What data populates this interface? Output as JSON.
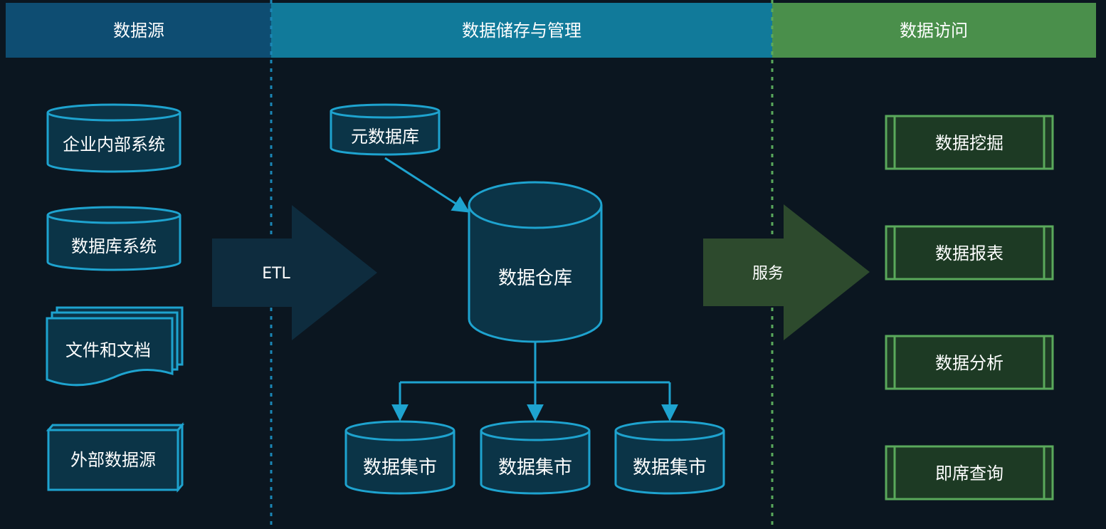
{
  "headers": {
    "source": "数据源",
    "storage": "数据储存与管理",
    "access": "数据访问"
  },
  "sources": {
    "enterprise": "企业内部系统",
    "database": "数据库系统",
    "files": "文件和文档",
    "external": "外部数据源"
  },
  "storage": {
    "metadata": "元数据库",
    "warehouse": "数据仓库",
    "marts": [
      "数据集市",
      "数据集市",
      "数据集市"
    ]
  },
  "arrows": {
    "etl": "ETL",
    "service": "服务"
  },
  "access": {
    "mining": "数据挖掘",
    "reports": "数据报表",
    "analysis": "数据分析",
    "query": "即席查询"
  },
  "colors": {
    "background": "#0b1620",
    "source_header": "#0e4d72",
    "storage_header": "#117a9a",
    "access_header": "#4a8f4b",
    "blue_stroke": "#1ea3cf",
    "blue_fill": "#0b3447",
    "green_stroke": "#5aa95b",
    "green_fill": "#1d3a24",
    "etl_arrow": "#0e2c3e",
    "service_arrow": "#2d4a2d"
  }
}
